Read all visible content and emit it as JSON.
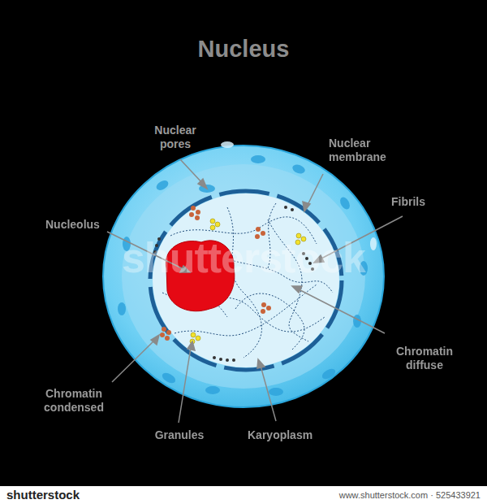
{
  "diagram": {
    "title": "Nucleus",
    "labels": [
      "Nuclear pores",
      "Nuclear membrane",
      "Nucleolus",
      "Fibrils",
      "Chromatin diffuse",
      "Chromatin condensed",
      "Granules",
      "Karyoplasm",
      "shutterstock",
      "shutterstock",
      "www.shutterstock.com · 525433921"
    ]
  }
}
